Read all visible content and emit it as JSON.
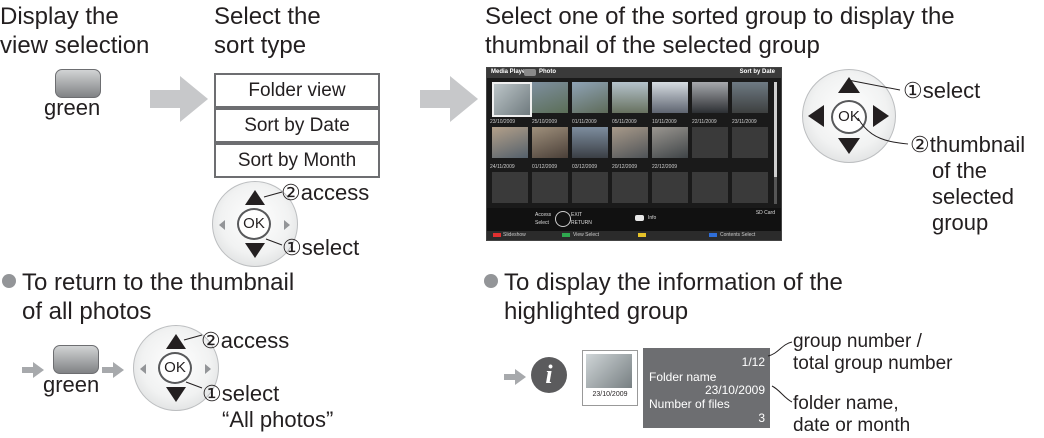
{
  "step1": {
    "title_line1": "Display the",
    "title_line2": "view selection",
    "button_label": "green"
  },
  "step2": {
    "title_line1": "Select the",
    "title_line2": "sort type",
    "options": [
      "Folder view",
      "Sort by Date",
      "Sort by Month"
    ],
    "access_label": "②access",
    "select_label": "①select",
    "ok_label": "OK"
  },
  "step3": {
    "title_line1": "Select one of the sorted group to display the",
    "title_line2": "thumbnail of the selected group"
  },
  "screen": {
    "app_label": "Media Player",
    "mode_label": "Photo",
    "sort_label": "Sort by Date",
    "dates_row1": [
      "23/10/2009",
      "25/10/2009",
      "01/11/2009",
      "05/11/2009",
      "10/11/2009",
      "22/11/2009",
      "23/11/2009"
    ],
    "dates_row2": [
      "24/11/2009",
      "01/12/2009",
      "03/12/2009",
      "20/12/2009",
      "22/12/2009"
    ],
    "access_text": "Access",
    "select_text": "Select",
    "exit_text": "EXIT",
    "return_text": "RETURN",
    "info_text": "Info",
    "card_text": "SD Card",
    "footer": [
      "Slideshow",
      "View Select",
      "",
      "Contents Select"
    ],
    "footer_colors": [
      "#e03030",
      "#2fa84f",
      "#e6c229",
      "#2f6ed8"
    ]
  },
  "right_remote": {
    "select_label": "①select",
    "thumb_line1": "②thumbnail",
    "thumb_line2": "of the",
    "thumb_line3": "selected",
    "thumb_line4": "group",
    "ok_label": "OK"
  },
  "return_section": {
    "line1": "To return to the thumbnail",
    "line2": "of all photos",
    "button_label": "green",
    "access_label": "②access",
    "select_label": "①select",
    "select_target": "“All photos”",
    "ok_label": "OK"
  },
  "info_section": {
    "line1": "To display the information of the",
    "line2": "highlighted group",
    "thumb_date": "23/10/2009",
    "group_count": "1/12",
    "folder_label": "Folder name",
    "folder_date": "23/10/2009",
    "files_label": "Number of files",
    "files_count": "3",
    "callout_top1": "group number /",
    "callout_top2": "total group number",
    "callout_bot1": "folder name,",
    "callout_bot2": "date or month",
    "info_icon": "i"
  }
}
